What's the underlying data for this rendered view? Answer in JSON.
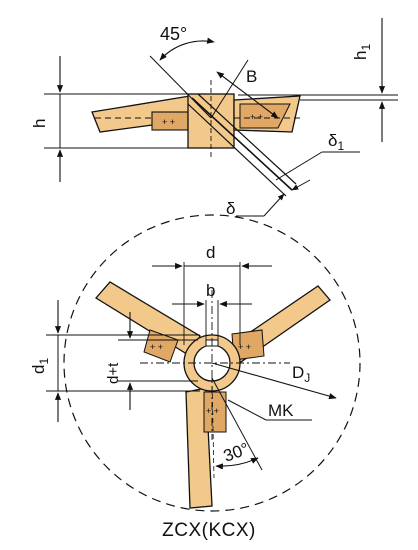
{
  "diagram": {
    "caption": "ZCX(KCX)",
    "top_view": {
      "angle_label": "45°",
      "blade_width_label": "B",
      "h1_label": "h",
      "h1_sub": "1",
      "h_label": "h",
      "delta1_label": "δ",
      "delta1_sub": "1",
      "delta_label": "δ"
    },
    "bottom_view": {
      "d_label": "d",
      "b_label": "b",
      "d1_label": "d",
      "d1_sub": "1",
      "dt_label": "d+t",
      "dj_label": "D",
      "dj_sub": "J",
      "mk_label": "MK",
      "angle_label": "30°"
    },
    "colors": {
      "blade_fill": "#f2c98a",
      "blade_fill_dark": "#e0a864",
      "line": "#111111"
    }
  }
}
